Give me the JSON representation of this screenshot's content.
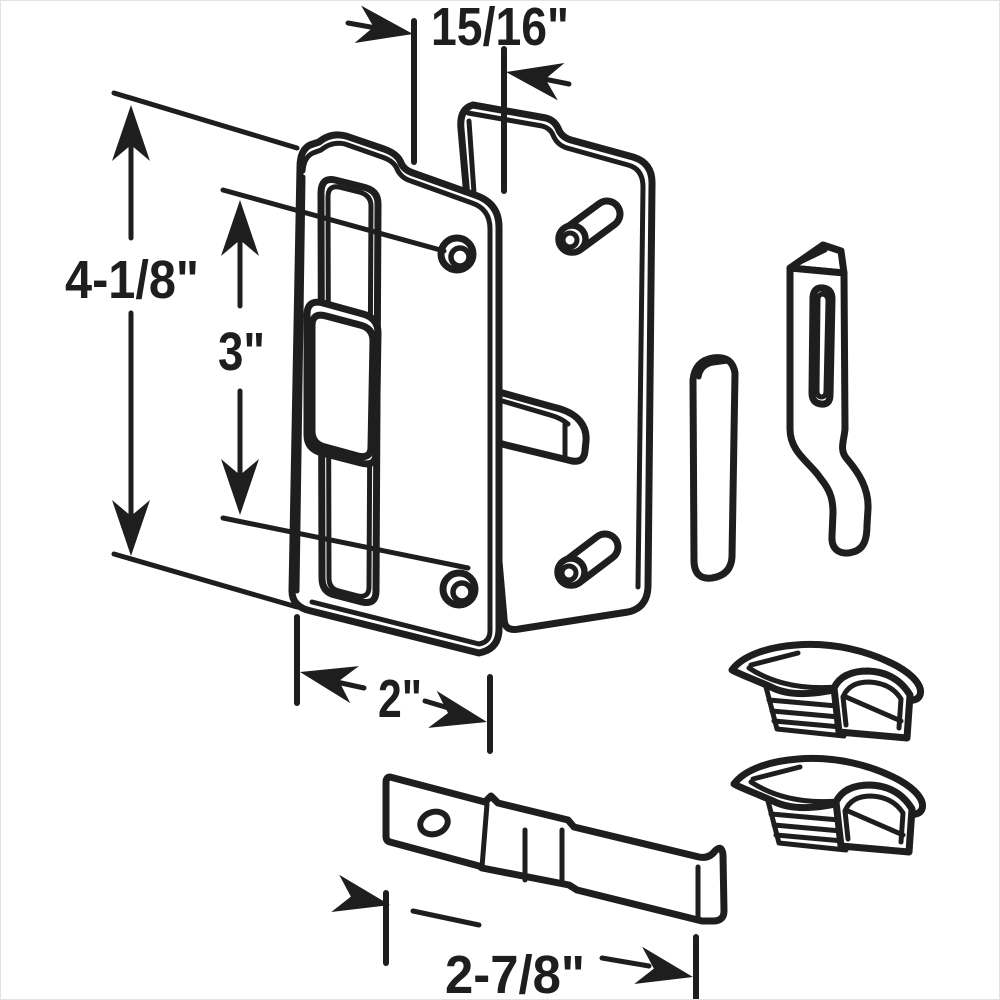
{
  "diagram": {
    "type": "technical-parts-diagram",
    "subject": "sliding screen door latch hardware kit",
    "background_color": "#ffffff",
    "line_color": "#1e1e1e",
    "labels": {
      "top_width": "15/16\"",
      "overall_height": "4-1/8\"",
      "hole_spacing": "3\"",
      "plate_width": "2\"",
      "strike_length": "2-7/8\""
    }
  }
}
